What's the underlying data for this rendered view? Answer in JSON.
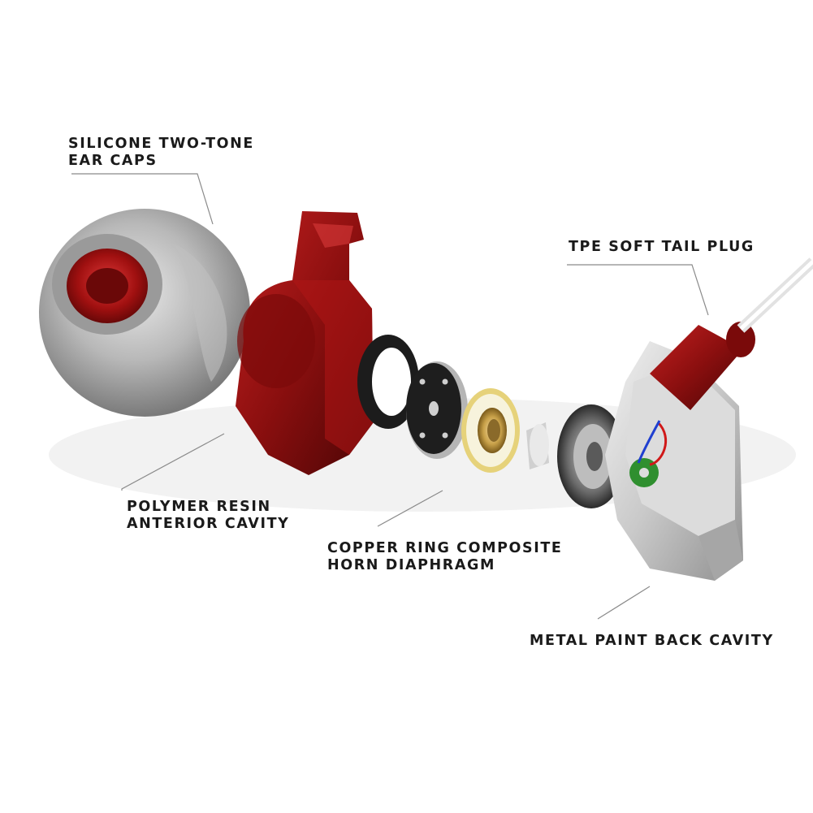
{
  "labels": {
    "ear_caps": {
      "line1": "SILICONE TWO-TONE",
      "line2": "EAR CAPS"
    },
    "tail_plug": {
      "line1": "TPE SOFT TAIL PLUG"
    },
    "anterior_cavity": {
      "line1": "POLYMER RESIN",
      "line2": "ANTERIOR CAVITY"
    },
    "diaphragm": {
      "line1": "COPPER RING COMPOSITE",
      "line2": "HORN DIAPHRAGM"
    },
    "back_cavity": {
      "line1": "METAL PAINT BACK CAVITY"
    }
  },
  "colors": {
    "resin_red": "#8b0f0f",
    "metal_silver": "#c9c9c9",
    "copper_ring": "#c9a24a",
    "pad_green": "#2f8f2f",
    "wire_red": "#d01818",
    "wire_blue": "#2040d0"
  }
}
